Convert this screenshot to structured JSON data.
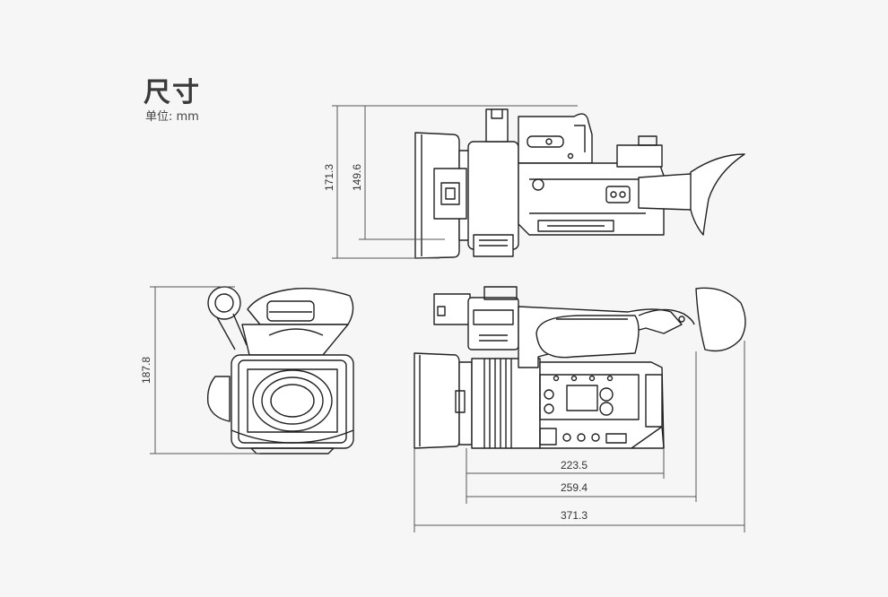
{
  "header": {
    "title": "尺寸",
    "unit": "单位: mm"
  },
  "dimensions": {
    "top_view_height_total": "171.3",
    "top_view_height_inner": "149.6",
    "front_view_height": "187.8",
    "side_body_length": "223.5",
    "side_length_with_eyecup": "259.4",
    "side_total_length": "371.3"
  },
  "colors": {
    "background": "#f6f6f6",
    "line": "#222222",
    "dim_line": "#555555"
  }
}
